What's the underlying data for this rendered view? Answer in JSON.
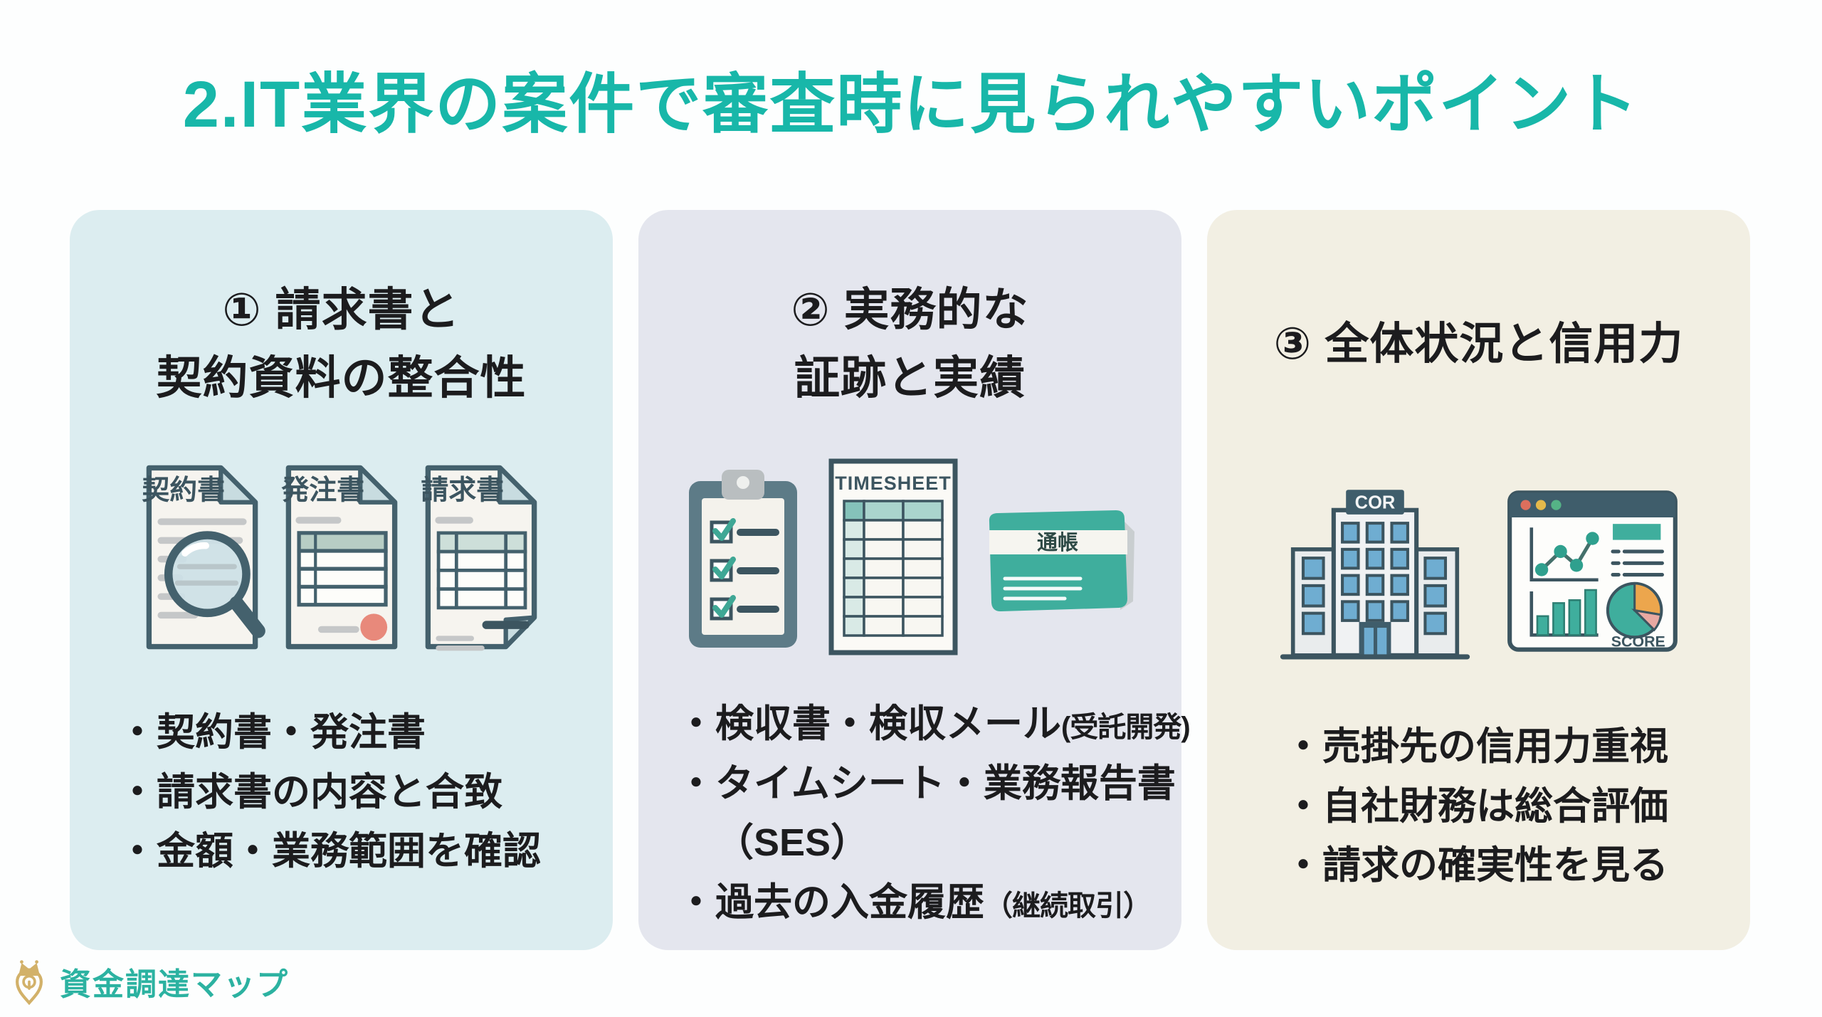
{
  "title": "2.IT業界の案件で審査時に見られやすいポイント",
  "brand": {
    "name": "資金調達マップ"
  },
  "bullet_marker": "・",
  "colors": {
    "title_teal": "#18b7a9",
    "card1_bg": "#dcedf0",
    "card2_bg": "#e4e6ee",
    "card3_bg": "#f2efe3",
    "accent_teal": "#3fae9d",
    "outline_slate": "#44616d",
    "seal_red": "#e8897b",
    "window_blue": "#6fadd1",
    "logo_gold": "#d2b169",
    "text_dark": "#1c1c1e"
  },
  "cards": [
    {
      "heading_lines": [
        "① 請求書と",
        "契約資料の整合性"
      ],
      "icon_labels": {
        "contract": "契約書",
        "order": "発注書",
        "invoice": "請求書"
      },
      "bullets": [
        {
          "text": "契約書・発注書"
        },
        {
          "text": "請求書の内容と合致"
        },
        {
          "text": "金額・業務範囲を確認"
        }
      ]
    },
    {
      "heading_lines": [
        "② 実務的な",
        "証跡と実績"
      ],
      "icon_labels": {
        "timesheet": "TIMESHEET",
        "passbook": "通帳"
      },
      "bullets": [
        {
          "text": "検収書・検収メール",
          "note": "(受託開発)"
        },
        {
          "text": "タイムシート・業務報告書",
          "cont": "（SES）"
        },
        {
          "text": "過去の入金履歴",
          "note": "（継続取引）"
        }
      ]
    },
    {
      "heading_lines": [
        "③ 全体状況と信用力"
      ],
      "icon_labels": {
        "building_sign": "COR",
        "score": "SCORE"
      },
      "bullets": [
        {
          "text": "売掛先の信用力重視"
        },
        {
          "text": "自社財務は総合評価"
        },
        {
          "text": "請求の確実性を見る"
        }
      ]
    }
  ]
}
